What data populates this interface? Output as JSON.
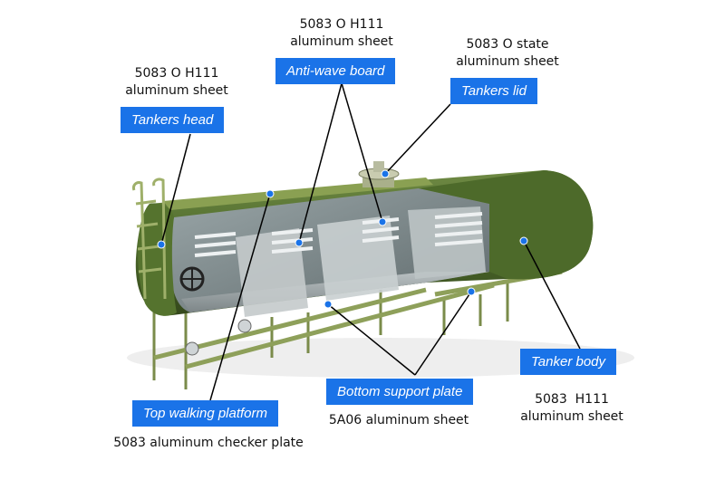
{
  "labels": {
    "tankers_head": {
      "name": "Tankers head",
      "material_line1": "5083 O H111",
      "material_line2": "aluminum sheet"
    },
    "anti_wave_board": {
      "name": "Anti-wave board",
      "material_line1": "5083 O H111",
      "material_line2": "aluminum sheet"
    },
    "tankers_lid": {
      "name": "Tankers lid",
      "material_line1": "5083 O state",
      "material_line2": "aluminum sheet"
    },
    "top_walking_platform": {
      "name": "Top walking platform",
      "material": "5083 aluminum checker plate"
    },
    "bottom_support_plate": {
      "name": "Bottom support plate",
      "material": "5A06 aluminum sheet"
    },
    "tanker_body": {
      "name": "Tanker body",
      "material_line1": "5083  H111",
      "material_line2": "aluminum sheet"
    }
  },
  "colors": {
    "callout_bg": "#1a73e8",
    "callout_text": "#ffffff",
    "tank_green": "#4f6a2f",
    "marker_dot": "#1a73e8"
  }
}
